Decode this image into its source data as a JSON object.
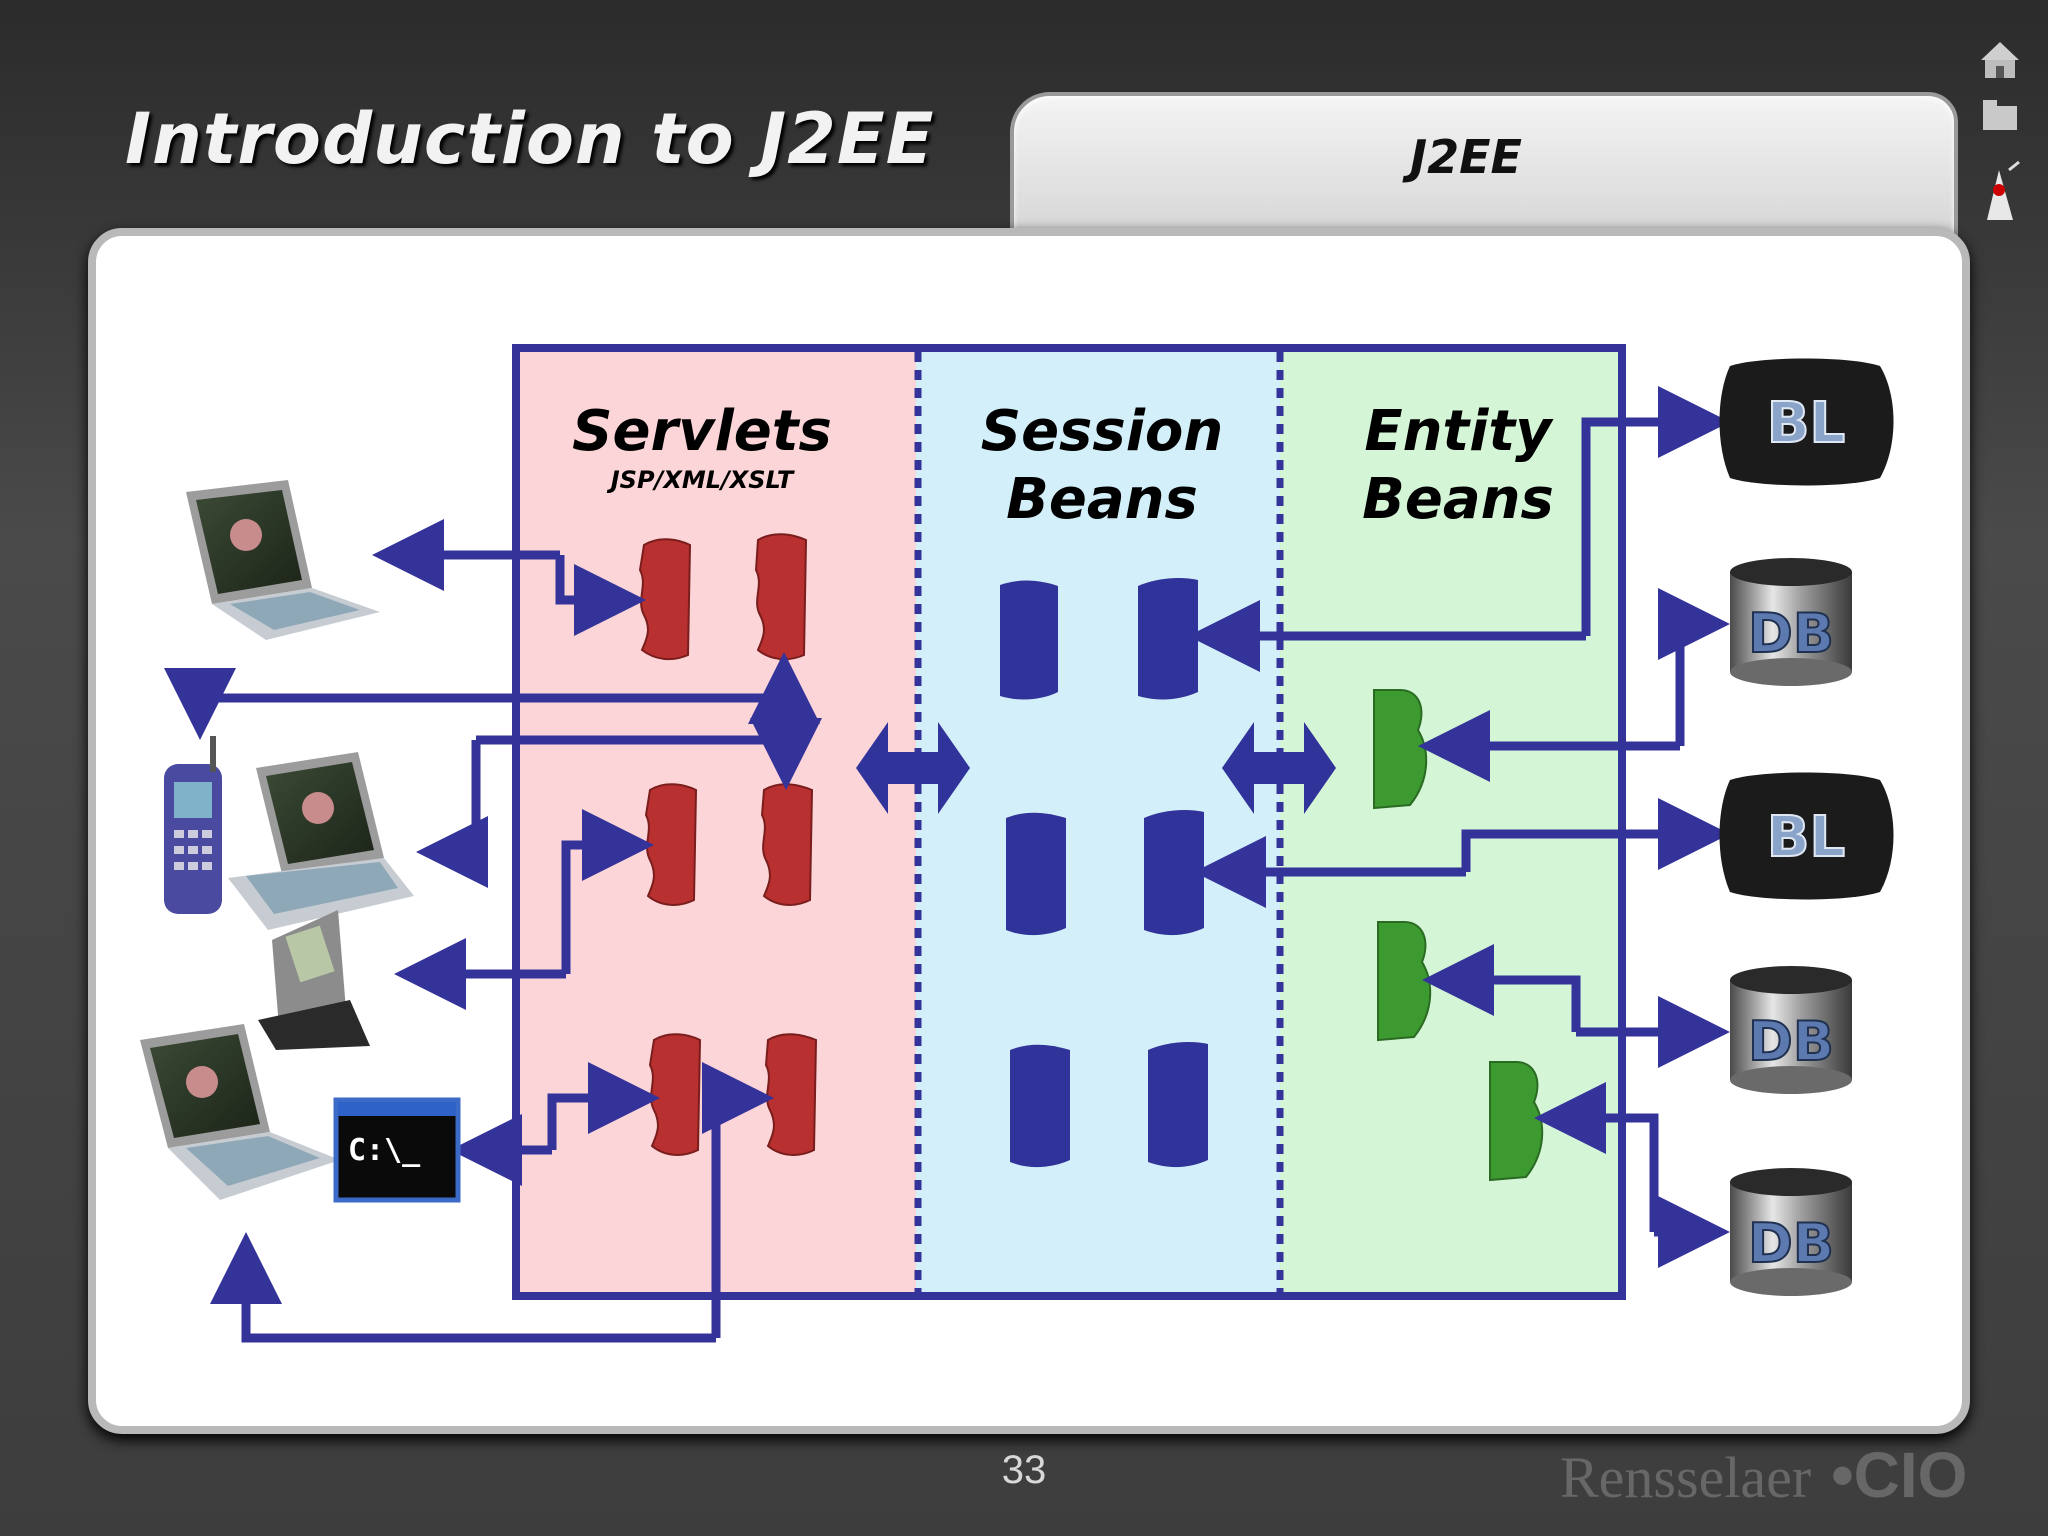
{
  "slide": {
    "title": "Introduction to J2EE",
    "tab_label": "J2EE",
    "page_number": "33",
    "footer_logo": "Rensselaer",
    "footer_logo_suffix": "•CIO"
  },
  "diagram": {
    "tiers": [
      {
        "title": "Servlets",
        "subtitle": "JSP/XML/XSLT",
        "color": "#fbd5d8"
      },
      {
        "title_line1": "Session",
        "title_line2": "Beans",
        "color": "#d3f0fa"
      },
      {
        "title_line1": "Entity",
        "title_line2": "Beans",
        "color": "#d5f6d6"
      }
    ],
    "backends": [
      "BL",
      "DB",
      "BL",
      "DB",
      "DB"
    ],
    "console_prompt": "C:\\_",
    "colors": {
      "border": "#33339a",
      "servlet": "#b83030",
      "session": "#303399",
      "entity": "#3c9a30",
      "arrow": "#33339a"
    }
  }
}
